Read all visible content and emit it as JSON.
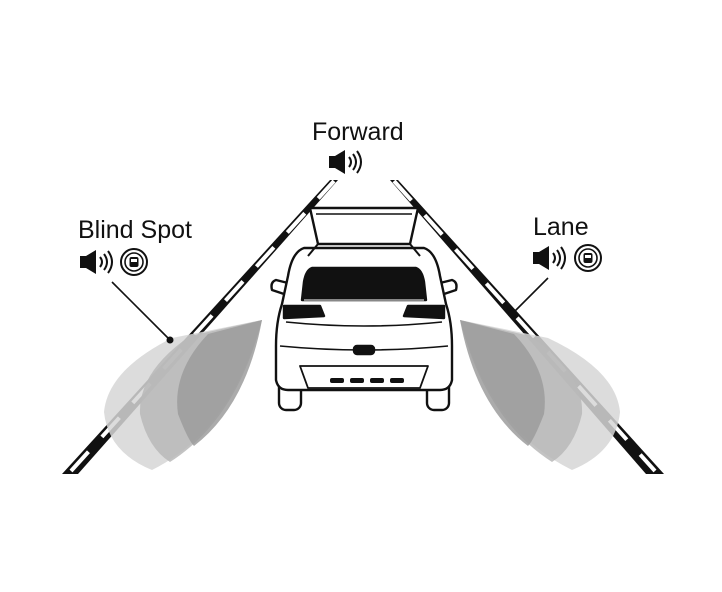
{
  "labels": {
    "forward": "Forward",
    "blind_spot": "Blind Spot",
    "lane": "Lane"
  },
  "icons": {
    "forward": [
      "speaker-icon"
    ],
    "blind_spot": [
      "speaker-icon",
      "vehicle-warning-indicator-icon"
    ],
    "lane": [
      "speaker-icon",
      "vehicle-warning-indicator-icon"
    ]
  },
  "colors": {
    "ink": "#111111",
    "zone_light": "#d6d6d6",
    "zone_mid": "#b9b9b9",
    "zone_dark": "#9c9c9c"
  }
}
